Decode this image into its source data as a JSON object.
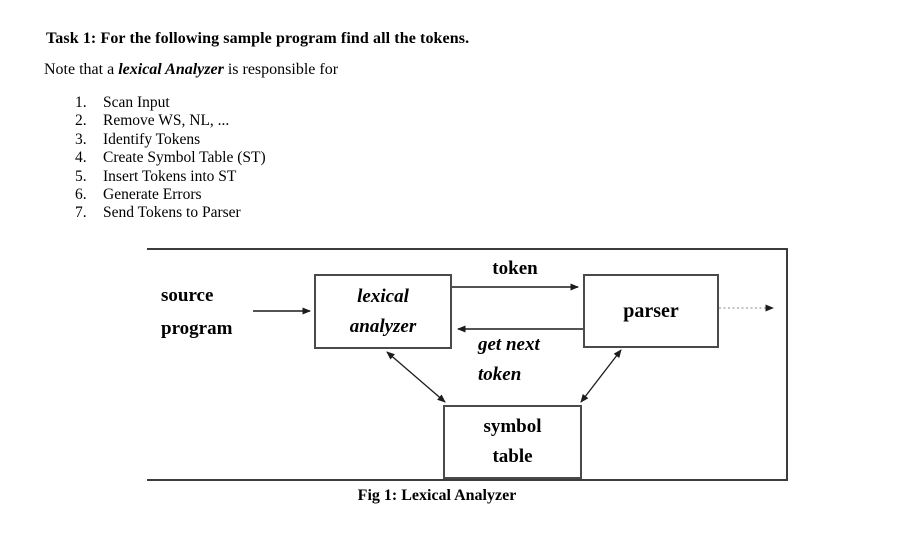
{
  "document": {
    "title": "Task 1: For the following sample program find all the tokens.",
    "note": {
      "prefix": "Note that a ",
      "emphasis": "lexical Analyzer",
      "suffix": " is responsible for"
    },
    "list_items": [
      "Scan Input",
      "Remove WS, NL, ...",
      "Identify Tokens",
      "Create Symbol Table (ST)",
      "Insert Tokens into ST",
      "Generate Errors",
      "Send Tokens to Parser"
    ]
  },
  "diagram": {
    "boxes": {
      "lexical": {
        "line1": "lexical",
        "line2": "analyzer"
      },
      "parser": {
        "label": "parser"
      },
      "symbol": {
        "line1": "symbol",
        "line2": "table"
      }
    },
    "labels": {
      "source_line1": "source",
      "source_line2": "program",
      "token": "token",
      "get_next_line1": "get next",
      "get_next_line2": "token"
    },
    "caption": "Fig 1: Lexical Analyzer",
    "colors": {
      "text": "#000000",
      "arrow": "#1c1c1c",
      "dotted_arrow": "#8a8a8a",
      "box_border": "#4a4a4a",
      "frame_border": "#3c3c3c",
      "background": "#ffffff"
    }
  }
}
